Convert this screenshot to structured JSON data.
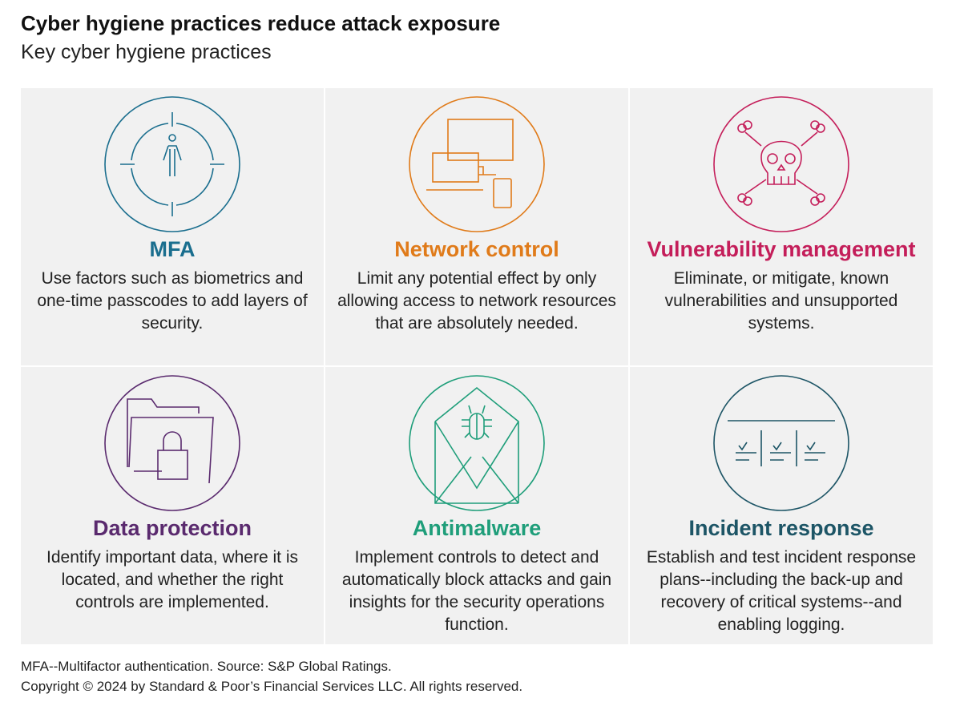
{
  "title": "Cyber hygiene practices reduce attack exposure",
  "subtitle": "Key cyber hygiene practices",
  "practices": [
    {
      "title": "MFA",
      "description": "Use factors such as biometrics and one-time passcodes to add layers of security.",
      "color": "#1a6e8e",
      "icon": "target-person-icon"
    },
    {
      "title": "Network control",
      "description": "Limit any potential effect by only allowing access to network resources that are absolutely needed.",
      "color": "#e07b1a",
      "icon": "devices-icon"
    },
    {
      "title": "Vulnerability management",
      "description": "Eliminate, or mitigate, known vulnerabilities and unsupported systems.",
      "color": "#c41e5a",
      "icon": "skull-crossbones-icon"
    },
    {
      "title": "Data protection",
      "description": "Identify important data, where it is located, and whether the right controls are implemented.",
      "color": "#5a2a6e",
      "icon": "folder-lock-icon"
    },
    {
      "title": "Antimalware",
      "description": "Implement controls to detect and automatically block attacks and gain insights for the security operations function.",
      "color": "#1f9e7a",
      "icon": "envelope-bug-icon"
    },
    {
      "title": "Incident response",
      "description": "Establish and test incident response plans--including the back-up and recovery of critical systems--and enabling logging.",
      "color": "#1d5566",
      "icon": "checklist-icon"
    }
  ],
  "footnote": "MFA--Multifactor authentication. Source: S&P Global Ratings.",
  "copyright": "Copyright © 2024 by Standard & Poor’s Financial Services LLC. All rights reserved."
}
